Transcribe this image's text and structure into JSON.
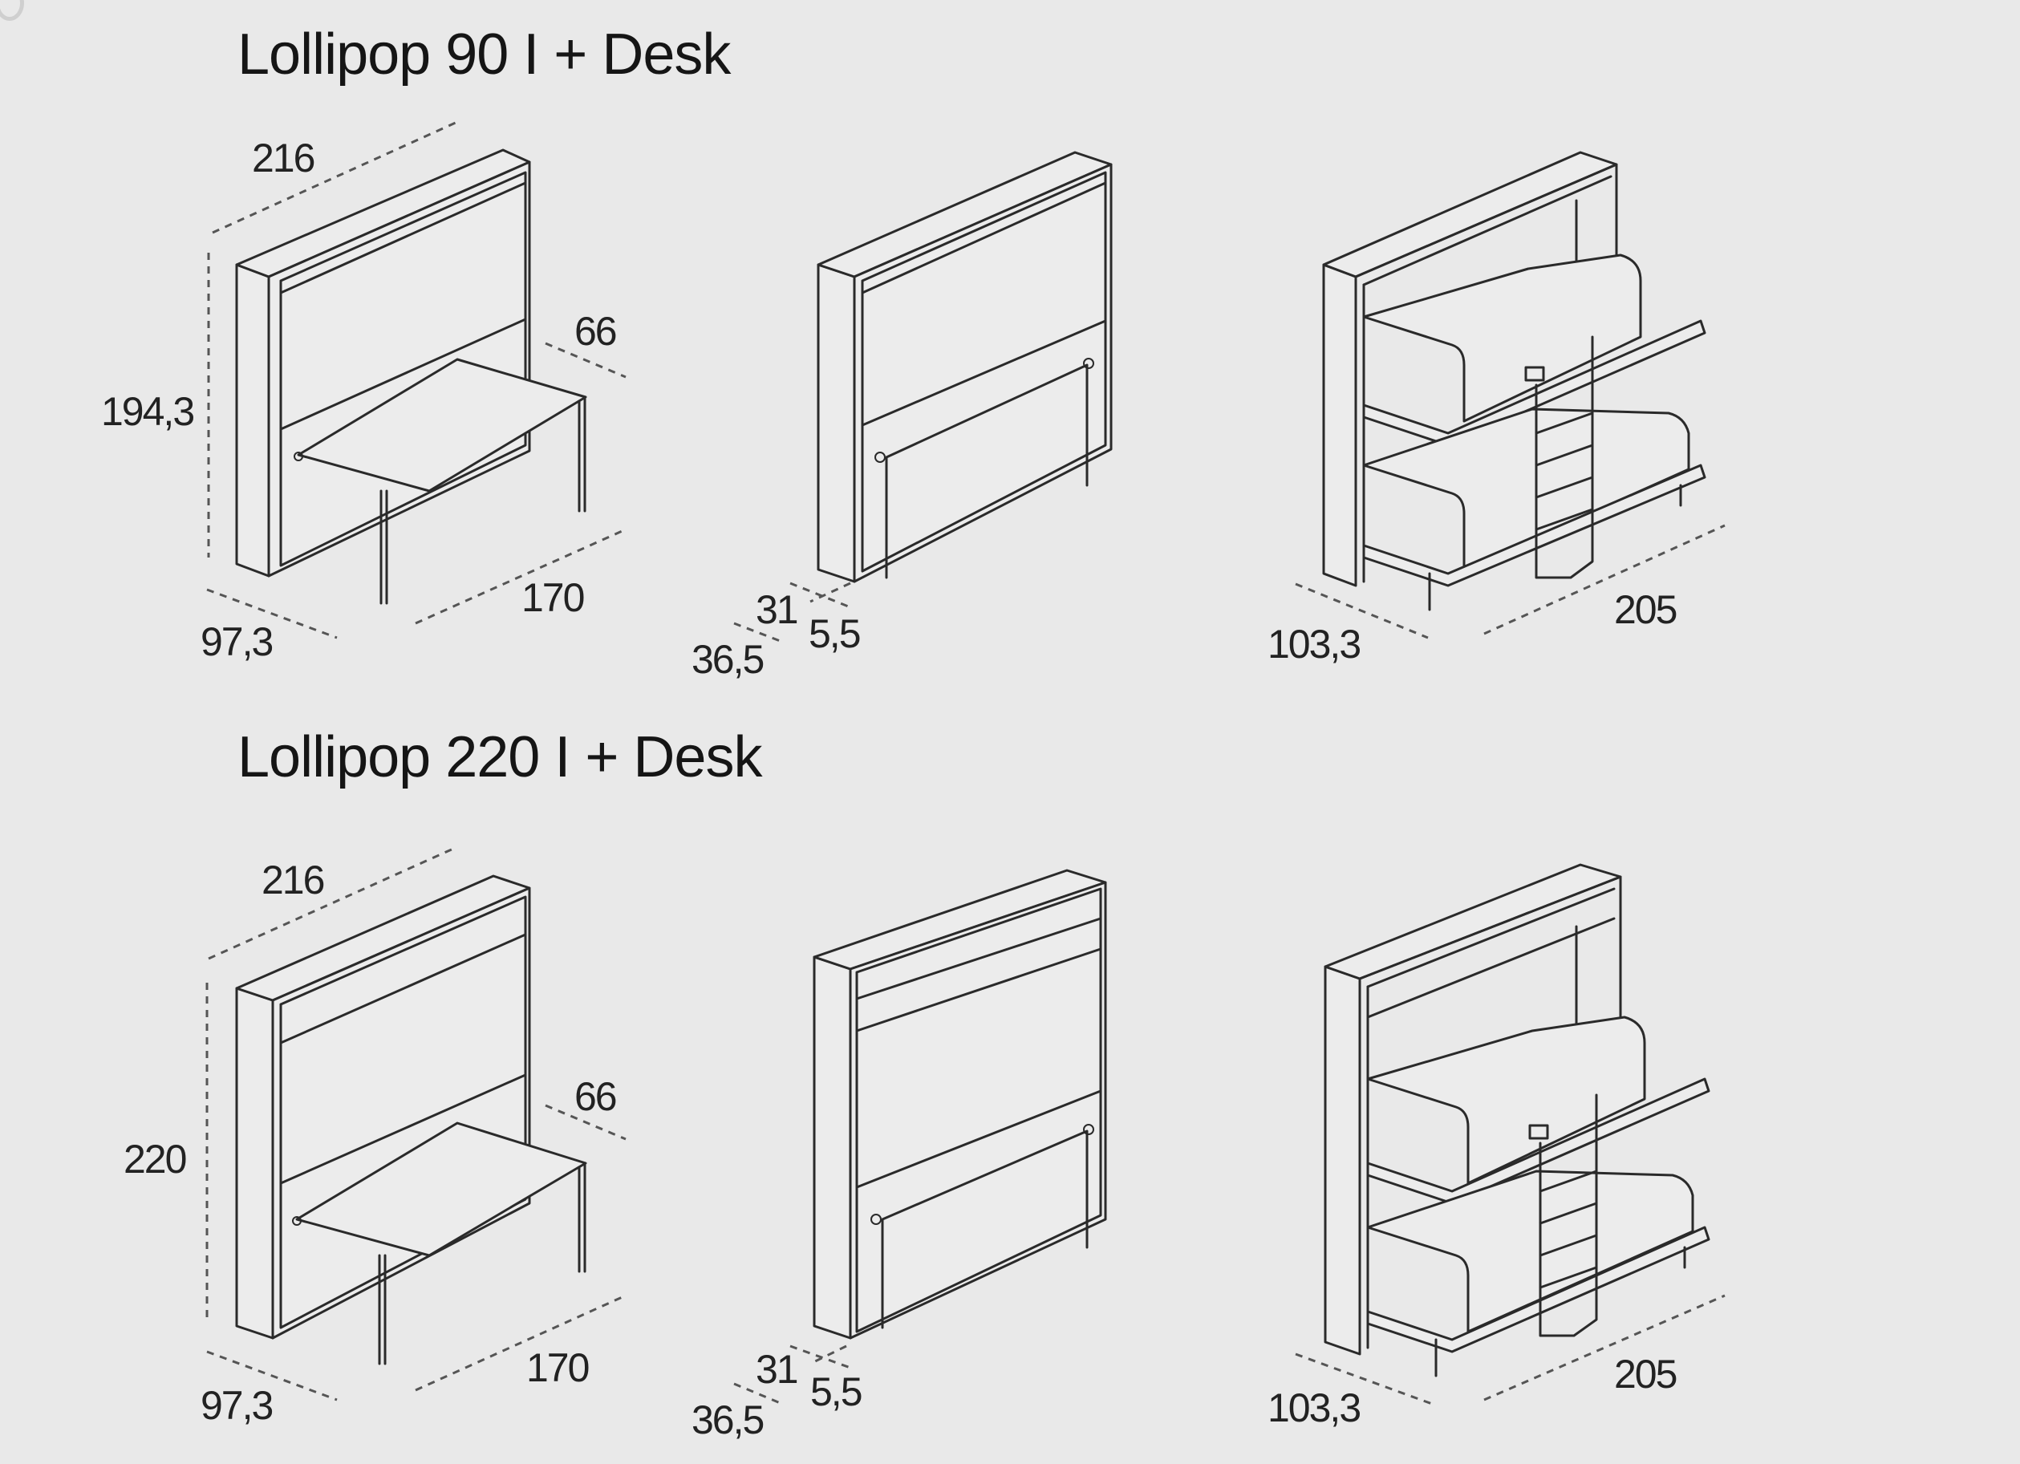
{
  "sections": [
    {
      "title": "Lollipop 90 I + Desk",
      "views": [
        {
          "name": "closed-with-desk",
          "dims": {
            "width": "216",
            "height": "194,3",
            "desk_depth": "66",
            "depth": "97,3",
            "desk_width": "170"
          }
        },
        {
          "name": "closed",
          "dims": {
            "a": "31",
            "b": "5,5",
            "c": "36,5"
          }
        },
        {
          "name": "open-bunk",
          "dims": {
            "depth": "103,3",
            "length": "205"
          }
        }
      ]
    },
    {
      "title": "Lollipop 220 I + Desk",
      "views": [
        {
          "name": "closed-with-desk",
          "dims": {
            "width": "216",
            "height": "220",
            "desk_depth": "66",
            "depth": "97,3",
            "desk_width": "170"
          }
        },
        {
          "name": "closed",
          "dims": {
            "a": "31",
            "b": "5,5",
            "c": "36,5"
          }
        },
        {
          "name": "open-bunk",
          "dims": {
            "depth": "103,3",
            "length": "205"
          }
        }
      ]
    }
  ],
  "colors": {
    "background": "#e9e9e9",
    "line": "#2a2a2a",
    "dimension_line": "#555555",
    "text": "#1a1a1a"
  }
}
